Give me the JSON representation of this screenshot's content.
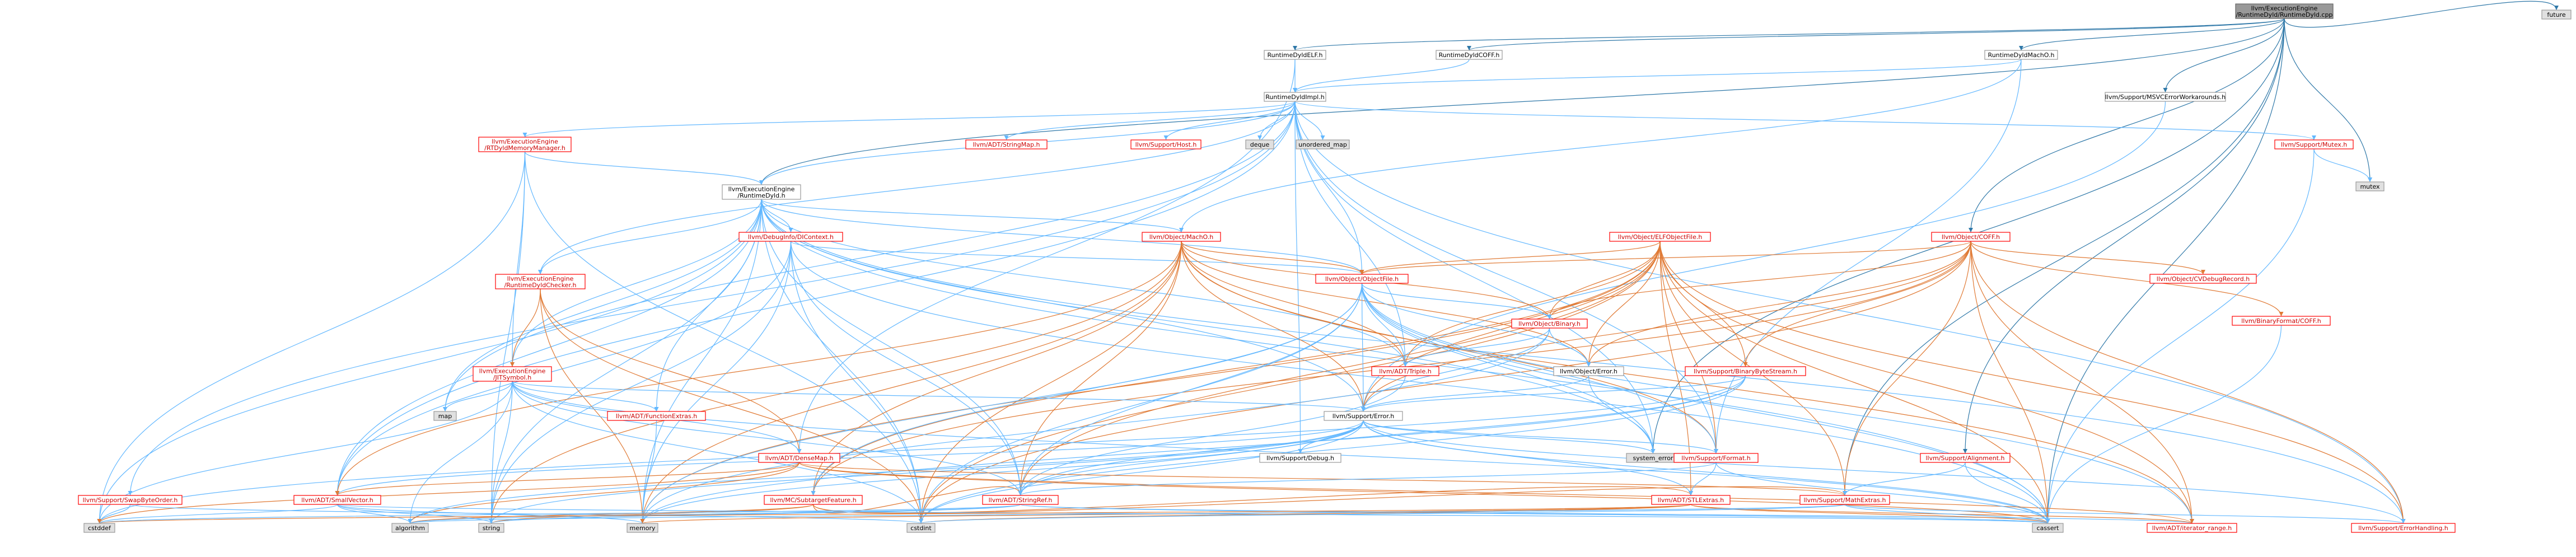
{
  "colors": {
    "edge_blue": "#63b8ff",
    "edge_orange": "#e07a35",
    "edge_dark": "#2f78a8",
    "node_red_text": "#cc0000",
    "node_black_text": "#000000",
    "node_border_red": "#ff0000",
    "node_border_gray": "#999999",
    "node_fill_white": "#ffffff",
    "node_fill_gray": "#e0e0e0",
    "node_fill_root": "#999999"
  },
  "nodes": [
    {
      "id": "root",
      "lines": [
        "llvm/ExecutionEngine",
        "/RuntimeDyld/RuntimeDyld.cpp"
      ],
      "style": "root"
    },
    {
      "id": "future",
      "lines": [
        "future"
      ],
      "style": "std"
    },
    {
      "id": "elf",
      "lines": [
        "RuntimeDyldELF.h"
      ],
      "style": "plain"
    },
    {
      "id": "coff",
      "lines": [
        "RuntimeDyldCOFF.h"
      ],
      "style": "plain"
    },
    {
      "id": "macho",
      "lines": [
        "RuntimeDyldMachO.h"
      ],
      "style": "plain"
    },
    {
      "id": "msvc",
      "lines": [
        "llvm/Support/MSVCErrorWorkarounds.h"
      ],
      "style": "plain"
    },
    {
      "id": "impl",
      "lines": [
        "RuntimeDyldImpl.h"
      ],
      "style": "plain"
    },
    {
      "id": "rtdylmm",
      "lines": [
        "llvm/ExecutionEngine",
        "/RTDyldMemoryManager.h"
      ],
      "style": "red"
    },
    {
      "id": "stringmap",
      "lines": [
        "llvm/ADT/StringMap.h"
      ],
      "style": "red"
    },
    {
      "id": "host",
      "lines": [
        "llvm/Support/Host.h"
      ],
      "style": "red"
    },
    {
      "id": "deque",
      "lines": [
        "deque"
      ],
      "style": "std"
    },
    {
      "id": "umap",
      "lines": [
        "unordered_map"
      ],
      "style": "std"
    },
    {
      "id": "mutexh",
      "lines": [
        "llvm/Support/Mutex.h"
      ],
      "style": "red"
    },
    {
      "id": "mutex",
      "lines": [
        "mutex"
      ],
      "style": "std"
    },
    {
      "id": "rtdyld",
      "lines": [
        "llvm/ExecutionEngine",
        "/RuntimeDyld.h"
      ],
      "style": "plain"
    },
    {
      "id": "dicontext",
      "lines": [
        "llvm/DebugInfo/DIContext.h"
      ],
      "style": "red"
    },
    {
      "id": "objmacho",
      "lines": [
        "llvm/Object/MachO.h"
      ],
      "style": "red"
    },
    {
      "id": "elfobj",
      "lines": [
        "llvm/Object/ELFObjectFile.h"
      ],
      "style": "red"
    },
    {
      "id": "objcoff",
      "lines": [
        "llvm/Object/COFF.h"
      ],
      "style": "red"
    },
    {
      "id": "objfile",
      "lines": [
        "llvm/Object/ObjectFile.h"
      ],
      "style": "red"
    },
    {
      "id": "cvdebug",
      "lines": [
        "llvm/Object/CVDebugRecord.h"
      ],
      "style": "red"
    },
    {
      "id": "bincoff",
      "lines": [
        "llvm/BinaryFormat/COFF.h"
      ],
      "style": "red"
    },
    {
      "id": "rtdchecker",
      "lines": [
        "llvm/ExecutionEngine",
        "/RuntimeDyldChecker.h"
      ],
      "style": "red"
    },
    {
      "id": "binary",
      "lines": [
        "llvm/Object/Binary.h"
      ],
      "style": "red"
    },
    {
      "id": "jitsym",
      "lines": [
        "llvm/ExecutionEngine",
        "/JITSymbol.h"
      ],
      "style": "red"
    },
    {
      "id": "triple",
      "lines": [
        "llvm/ADT/Triple.h"
      ],
      "style": "red"
    },
    {
      "id": "objerror",
      "lines": [
        "llvm/Object/Error.h"
      ],
      "style": "plain"
    },
    {
      "id": "bbs",
      "lines": [
        "llvm/Support/BinaryByteStream.h"
      ],
      "style": "red"
    },
    {
      "id": "map",
      "lines": [
        "map"
      ],
      "style": "std"
    },
    {
      "id": "funcextras",
      "lines": [
        "llvm/ADT/FunctionExtras.h"
      ],
      "style": "red"
    },
    {
      "id": "supperror",
      "lines": [
        "llvm/Support/Error.h"
      ],
      "style": "plain"
    },
    {
      "id": "densemap",
      "lines": [
        "llvm/ADT/DenseMap.h"
      ],
      "style": "red"
    },
    {
      "id": "subtarget",
      "lines": [
        "llvm/MC/SubtargetFeature.h"
      ],
      "style": "red"
    },
    {
      "id": "debug",
      "lines": [
        "llvm/Support/Debug.h"
      ],
      "style": "plain"
    },
    {
      "id": "syserr",
      "lines": [
        "system_error"
      ],
      "style": "std"
    },
    {
      "id": "format",
      "lines": [
        "llvm/Support/Format.h"
      ],
      "style": "red"
    },
    {
      "id": "alignment",
      "lines": [
        "llvm/Support/Alignment.h"
      ],
      "style": "red"
    },
    {
      "id": "swapbyte",
      "lines": [
        "llvm/Support/SwapByteOrder.h"
      ],
      "style": "red"
    },
    {
      "id": "smallvec",
      "lines": [
        "llvm/ADT/SmallVector.h"
      ],
      "style": "red"
    },
    {
      "id": "stringref",
      "lines": [
        "llvm/ADT/StringRef.h"
      ],
      "style": "red"
    },
    {
      "id": "stlextras",
      "lines": [
        "llvm/ADT/STLExtras.h"
      ],
      "style": "red"
    },
    {
      "id": "mathextras",
      "lines": [
        "llvm/Support/MathExtras.h"
      ],
      "style": "red"
    },
    {
      "id": "cstddef",
      "lines": [
        "cstddef"
      ],
      "style": "std"
    },
    {
      "id": "algorithm",
      "lines": [
        "algorithm"
      ],
      "style": "std"
    },
    {
      "id": "string",
      "lines": [
        "string"
      ],
      "style": "std"
    },
    {
      "id": "memory",
      "lines": [
        "memory"
      ],
      "style": "std"
    },
    {
      "id": "cstdint",
      "lines": [
        "cstdint"
      ],
      "style": "std"
    },
    {
      "id": "cassert",
      "lines": [
        "cassert"
      ],
      "style": "std"
    },
    {
      "id": "iterrange",
      "lines": [
        "llvm/ADT/iterator_range.h"
      ],
      "style": "red"
    },
    {
      "id": "errhandling",
      "lines": [
        "llvm/Support/ErrorHandling.h"
      ],
      "style": "red"
    }
  ],
  "edges": [
    [
      "root",
      "future"
    ],
    [
      "root",
      "elf"
    ],
    [
      "root",
      "coff"
    ],
    [
      "root",
      "macho"
    ],
    [
      "root",
      "msvc"
    ],
    [
      "root",
      "rtdyld"
    ],
    [
      "root",
      "objcoff"
    ],
    [
      "root",
      "mutex"
    ],
    [
      "root",
      "cassert"
    ],
    [
      "root",
      "alignment"
    ],
    [
      "root",
      "mathextras"
    ],
    [
      "root",
      "syserr"
    ],
    [
      "elf",
      "impl"
    ],
    [
      "elf",
      "densemap"
    ],
    [
      "coff",
      "impl"
    ],
    [
      "macho",
      "impl"
    ],
    [
      "macho",
      "objmacho"
    ],
    [
      "macho",
      "format"
    ],
    [
      "msvc",
      "supperror"
    ],
    [
      "impl",
      "rtdylmm"
    ],
    [
      "impl",
      "stringmap"
    ],
    [
      "impl",
      "host"
    ],
    [
      "impl",
      "deque"
    ],
    [
      "impl",
      "umap"
    ],
    [
      "impl",
      "mutexh"
    ],
    [
      "impl",
      "rtdyld"
    ],
    [
      "impl",
      "rtdchecker"
    ],
    [
      "impl",
      "objfile"
    ],
    [
      "impl",
      "triple"
    ],
    [
      "impl",
      "swapbyte"
    ],
    [
      "impl",
      "smallvec"
    ],
    [
      "impl",
      "map"
    ],
    [
      "impl",
      "syserr"
    ],
    [
      "impl",
      "debug"
    ],
    [
      "impl",
      "errhandling"
    ],
    [
      "impl",
      "format"
    ],
    [
      "rtdylmm",
      "rtdyld"
    ],
    [
      "rtdylmm",
      "jitsym"
    ],
    [
      "rtdylmm",
      "cstddef"
    ],
    [
      "rtdylmm",
      "string"
    ],
    [
      "rtdylmm",
      "cstdint"
    ],
    [
      "mutexh",
      "mutex"
    ],
    [
      "mutexh",
      "cassert"
    ],
    [
      "rtdyld",
      "dicontext"
    ],
    [
      "rtdyld",
      "objmacho"
    ],
    [
      "rtdyld",
      "objfile"
    ],
    [
      "rtdyld",
      "jitsym"
    ],
    [
      "rtdyld",
      "funcextras"
    ],
    [
      "rtdyld",
      "stringref"
    ],
    [
      "rtdyld",
      "supperror"
    ],
    [
      "rtdyld",
      "map"
    ],
    [
      "rtdyld",
      "memory"
    ],
    [
      "rtdyld",
      "string"
    ],
    [
      "rtdyld",
      "cstddef"
    ],
    [
      "rtdyld",
      "cstdint"
    ],
    [
      "rtdyld",
      "smallvec"
    ],
    [
      "rtdyld",
      "syserr"
    ],
    [
      "rtdyld",
      "cassert"
    ],
    [
      "rtdyld",
      "errhandling"
    ],
    [
      "rtdyld",
      "rtdchecker"
    ],
    [
      "rtdyld",
      "triple"
    ],
    [
      "dicontext",
      "objfile"
    ],
    [
      "dicontext",
      "smallvec"
    ],
    [
      "dicontext",
      "stringref"
    ],
    [
      "dicontext",
      "memory"
    ],
    [
      "dicontext",
      "string"
    ],
    [
      "dicontext",
      "cstdint"
    ],
    [
      "dicontext",
      "cassert"
    ],
    [
      "dicontext",
      "tuple_dummy"
    ],
    [
      "objmacho",
      "objfile"
    ],
    [
      "objmacho",
      "binary"
    ],
    [
      "objmacho",
      "triple"
    ],
    [
      "objmacho",
      "supperror"
    ],
    [
      "objmacho",
      "smallvec"
    ],
    [
      "objmacho",
      "stringref"
    ],
    [
      "objmacho",
      "subtarget"
    ],
    [
      "objmacho",
      "iterrange"
    ],
    [
      "objmacho",
      "format"
    ],
    [
      "objmacho",
      "memory"
    ],
    [
      "objmacho",
      "cstdint"
    ],
    [
      "objmacho",
      "string"
    ],
    [
      "objmacho",
      "objerror"
    ],
    [
      "elfobj",
      "objfile"
    ],
    [
      "elfobj",
      "binary"
    ],
    [
      "elfobj",
      "triple"
    ],
    [
      "elfobj",
      "objerror"
    ],
    [
      "elfobj",
      "supperror"
    ],
    [
      "elfobj",
      "stringref"
    ],
    [
      "elfobj",
      "subtarget"
    ],
    [
      "elfobj",
      "bbs"
    ],
    [
      "elfobj",
      "cassert"
    ],
    [
      "elfobj",
      "cstdint"
    ],
    [
      "elfobj",
      "memory"
    ],
    [
      "elfobj",
      "iterrange"
    ],
    [
      "elfobj",
      "errhandling"
    ],
    [
      "elfobj",
      "stlextras"
    ],
    [
      "elfobj",
      "mathextras"
    ],
    [
      "elfobj",
      "format"
    ],
    [
      "objcoff",
      "objfile"
    ],
    [
      "objcoff",
      "cvdebug"
    ],
    [
      "objcoff",
      "bincoff"
    ],
    [
      "objcoff",
      "binary"
    ],
    [
      "objcoff",
      "objerror"
    ],
    [
      "objcoff",
      "supperror"
    ],
    [
      "objcoff",
      "bbs"
    ],
    [
      "objcoff",
      "cassert"
    ],
    [
      "objcoff",
      "cstdint"
    ],
    [
      "objcoff",
      "iterrange"
    ],
    [
      "objcoff",
      "errhandling"
    ],
    [
      "objcoff",
      "subtarget"
    ],
    [
      "objcoff",
      "mathextras"
    ],
    [
      "objcoff",
      "system_dummy"
    ],
    [
      "objfile",
      "binary"
    ],
    [
      "objfile",
      "triple"
    ],
    [
      "objfile",
      "objerror"
    ],
    [
      "objfile",
      "supperror"
    ],
    [
      "objfile",
      "stringref"
    ],
    [
      "objfile",
      "subtarget"
    ],
    [
      "objfile",
      "iterrange"
    ],
    [
      "objfile",
      "memory"
    ],
    [
      "objfile",
      "cassert"
    ],
    [
      "objfile",
      "cstdint"
    ],
    [
      "objfile",
      "syserr"
    ],
    [
      "objfile",
      "format"
    ],
    [
      "bincoff",
      "cassert"
    ],
    [
      "rtdchecker",
      "jitsym"
    ],
    [
      "rtdchecker",
      "densemap"
    ],
    [
      "rtdchecker",
      "memory"
    ],
    [
      "rtdchecker",
      "cstdint"
    ],
    [
      "rtdchecker",
      "utility_dummy"
    ],
    [
      "binary",
      "objerror"
    ],
    [
      "binary",
      "supperror"
    ],
    [
      "binary",
      "triple"
    ],
    [
      "binary",
      "memory"
    ],
    [
      "binary",
      "utility_dummy"
    ],
    [
      "jitsym",
      "supperror"
    ],
    [
      "jitsym",
      "funcextras"
    ],
    [
      "jitsym",
      "map"
    ],
    [
      "jitsym",
      "string"
    ],
    [
      "jitsym",
      "cstddef"
    ],
    [
      "jitsym",
      "cstdint"
    ],
    [
      "jitsym",
      "algorithm"
    ],
    [
      "jitsym",
      "cassert"
    ],
    [
      "jitsym",
      "stringref"
    ],
    [
      "jitsym",
      "densemap"
    ],
    [
      "triple",
      "stringref"
    ],
    [
      "objerror",
      "supperror"
    ],
    [
      "objerror",
      "syserr"
    ],
    [
      "bbs",
      "supperror"
    ],
    [
      "bbs",
      "stringref"
    ],
    [
      "bbs",
      "memory"
    ],
    [
      "bbs",
      "cstdint"
    ],
    [
      "bbs",
      "cstddef"
    ],
    [
      "funcextras",
      "memory"
    ],
    [
      "supperror",
      "debug"
    ],
    [
      "supperror",
      "format"
    ],
    [
      "supperror",
      "syserr"
    ],
    [
      "supperror",
      "errhandling"
    ],
    [
      "supperror",
      "stringref"
    ],
    [
      "supperror",
      "cassert"
    ],
    [
      "supperror",
      "cstdint"
    ],
    [
      "supperror",
      "memory"
    ],
    [
      "supperror",
      "string"
    ],
    [
      "supperror",
      "smallvec"
    ],
    [
      "supperror",
      "algorithm"
    ],
    [
      "supperror",
      "stlextras"
    ],
    [
      "densemap",
      "smallvec"
    ],
    [
      "densemap",
      "mathextras"
    ],
    [
      "densemap",
      "algorithm"
    ],
    [
      "densemap",
      "cassert"
    ],
    [
      "densemap",
      "cstddef"
    ],
    [
      "densemap",
      "iterrange"
    ],
    [
      "subtarget",
      "stringref"
    ],
    [
      "subtarget",
      "mathextras"
    ],
    [
      "subtarget",
      "string"
    ],
    [
      "subtarget",
      "stlextras"
    ],
    [
      "subtarget",
      "algorithm"
    ],
    [
      "format",
      "stringref"
    ],
    [
      "format",
      "stlextras"
    ],
    [
      "format",
      "cassert"
    ],
    [
      "alignment",
      "mathextras"
    ],
    [
      "alignment",
      "cassert"
    ],
    [
      "swapbyte",
      "cstddef"
    ],
    [
      "swapbyte",
      "cstdint"
    ],
    [
      "smallvec",
      "algorithm"
    ],
    [
      "smallvec",
      "cstddef"
    ],
    [
      "smallvec",
      "cassert"
    ],
    [
      "smallvec",
      "memory"
    ],
    [
      "smallvec",
      "string"
    ],
    [
      "stringref",
      "algorithm"
    ],
    [
      "stringref",
      "cstddef"
    ],
    [
      "stringref",
      "cstring_dummy"
    ],
    [
      "stringref",
      "string"
    ],
    [
      "stringref",
      "cassert"
    ],
    [
      "stringref",
      "iterrange"
    ],
    [
      "stlextras",
      "cassert"
    ],
    [
      "stlextras",
      "cstddef"
    ],
    [
      "stlextras",
      "memory"
    ],
    [
      "stlextras",
      "iterrange"
    ],
    [
      "stlextras",
      "cstdint"
    ],
    [
      "mathextras",
      "cassert"
    ],
    [
      "mathextras",
      "cstdint"
    ],
    [
      "mathextras",
      "algorithm"
    ],
    [
      "mathextras",
      "errhandling"
    ]
  ]
}
